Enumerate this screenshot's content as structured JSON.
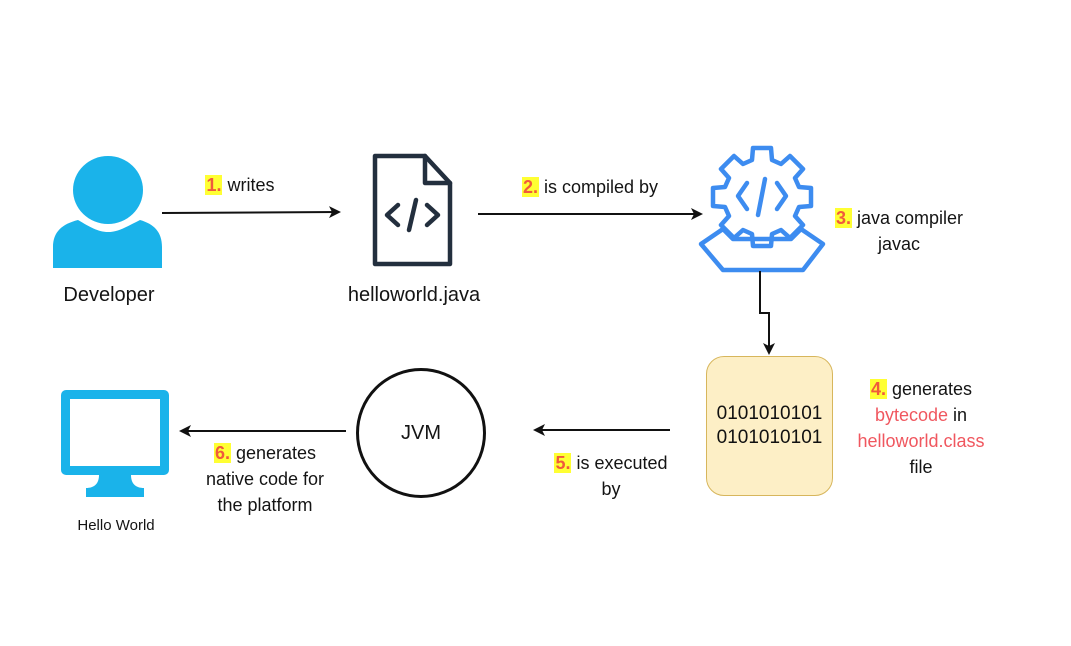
{
  "diagram": {
    "title": "Java program execution flow",
    "colors": {
      "icon_blue": "#1ab3ea",
      "compiler_blue": "#3d8cf0",
      "file_dark": "#232f3e",
      "step_number": "#f05a3c",
      "step_highlight": "#ffff33",
      "emphasis_red": "#f0575f",
      "bytecode_fill": "#fdefc6",
      "bytecode_border": "#d7b65c",
      "arrow": "#111111"
    },
    "nodes": {
      "developer": {
        "label": "Developer",
        "icon": "user-icon"
      },
      "source_file": {
        "label": "helloworld.java",
        "icon": "code-file-icon"
      },
      "compiler": {
        "icon": "code-gear-icon"
      },
      "bytecode": {
        "lines": [
          "0101010101",
          "0101010101"
        ]
      },
      "jvm": {
        "label": "JVM"
      },
      "output": {
        "label": "Hello World",
        "icon": "monitor-icon"
      }
    },
    "steps": [
      {
        "num": "1.",
        "lines": [
          "writes"
        ]
      },
      {
        "num": "2.",
        "lines": [
          "is compiled by"
        ]
      },
      {
        "num": "3.",
        "lines": [
          "java compiler",
          "javac"
        ]
      },
      {
        "num": "4.",
        "line1": "generates",
        "line2_red": "bytecode",
        "line2_rest": " in",
        "line3_red": "helloworld.class",
        "line4": "file"
      },
      {
        "num": "5.",
        "lines": [
          "is executed",
          "by"
        ]
      },
      {
        "num": "6.",
        "lines": [
          "generates",
          "native code for",
          "the platform"
        ]
      }
    ]
  }
}
